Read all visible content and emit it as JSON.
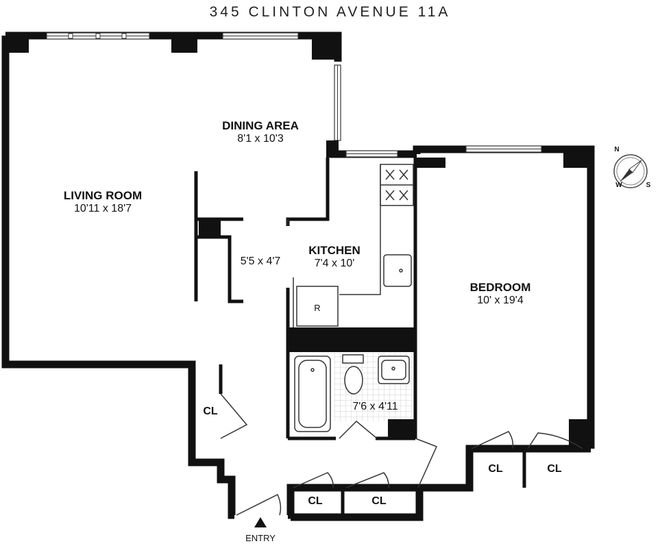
{
  "title": "345 CLINTON AVENUE 11A",
  "rooms": {
    "living": {
      "name": "LIVING ROOM",
      "dims": "10'11 x 18'7"
    },
    "dining": {
      "name": "DINING AREA",
      "dims": "8'1 x 10'3"
    },
    "kitchen": {
      "name": "KITCHEN",
      "dims": "7'4 x 10'"
    },
    "bedroom": {
      "name": "BEDROOM",
      "dims": "10' x 19'4"
    },
    "alcove": {
      "dims": "5'5 x 4'7"
    },
    "bath": {
      "dims": "7'6 x 4'11"
    }
  },
  "closets": [
    "CL",
    "CL",
    "CL",
    "CL",
    "CL"
  ],
  "fridge": "R",
  "entry": "ENTRY",
  "compass": {
    "n": "N",
    "s": "S",
    "w": "W"
  },
  "colors": {
    "wall": "#111111",
    "line": "#333333",
    "tile": "#cfcfcf"
  }
}
